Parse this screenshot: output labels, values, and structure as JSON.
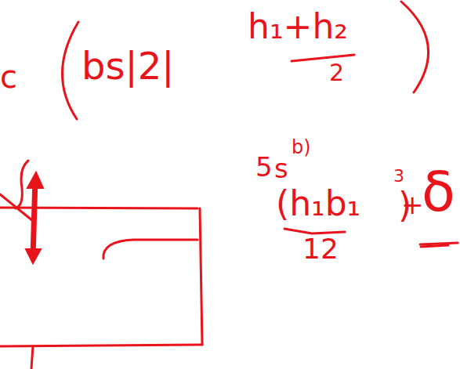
{
  "diagram": {
    "labels": [
      "c",
      "bs|2|",
      "h₁+h₂",
      "2",
      "5",
      "s",
      "b)",
      "(h₁b₁",
      "3",
      ")",
      "12",
      "+",
      "δ"
    ]
  }
}
